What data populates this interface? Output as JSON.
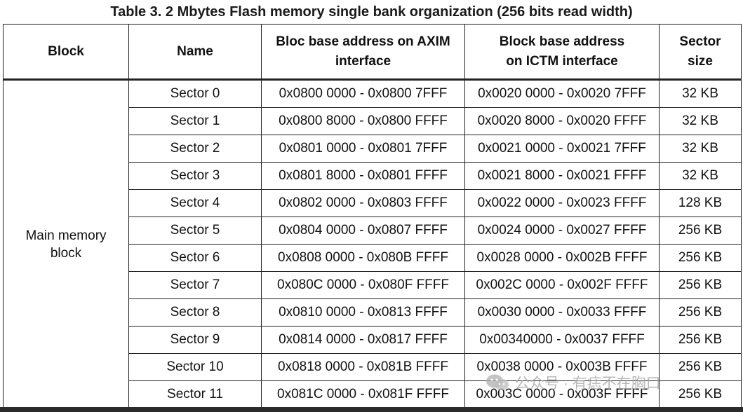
{
  "caption": "Table 3. 2 Mbytes Flash memory single bank organization (256 bits read width)",
  "headers": {
    "block": "Block",
    "name": "Name",
    "axim_line1": "Bloc base address on AXIM",
    "axim_line2": "interface",
    "ictm_line1": "Block base address",
    "ictm_line2": "on ICTM interface",
    "size_line1": "Sector",
    "size_line2": "size"
  },
  "block_label_line1": "Main memory",
  "block_label_line2": "block",
  "rows": [
    {
      "name": "Sector 0",
      "axim": "0x0800 0000 - 0x0800 7FFF",
      "ictm": "0x0020 0000 - 0x0020 7FFF",
      "size": "32 KB"
    },
    {
      "name": "Sector 1",
      "axim": "0x0800 8000 - 0x0800 FFFF",
      "ictm": "0x0020 8000 - 0x0020 FFFF",
      "size": "32 KB"
    },
    {
      "name": "Sector 2",
      "axim": "0x0801 0000 - 0x0801 7FFF",
      "ictm": "0x0021 0000 - 0x0021 7FFF",
      "size": "32 KB"
    },
    {
      "name": "Sector 3",
      "axim": "0x0801 8000 - 0x0801 FFFF",
      "ictm": "0x0021 8000 - 0x0021 FFFF",
      "size": "32 KB"
    },
    {
      "name": "Sector 4",
      "axim": "0x0802 0000 - 0x0803 FFFF",
      "ictm": "0x0022 0000 - 0x0023 FFFF",
      "size": "128 KB"
    },
    {
      "name": "Sector 5",
      "axim": "0x0804 0000 - 0x0807 FFFF",
      "ictm": "0x0024 0000 - 0x0027 FFFF",
      "size": "256 KB"
    },
    {
      "name": "Sector 6",
      "axim": "0x0808 0000 - 0x080B FFFF",
      "ictm": "0x0028 0000 - 0x002B FFFF",
      "size": "256 KB"
    },
    {
      "name": "Sector 7",
      "axim": "0x080C 0000 - 0x080F FFFF",
      "ictm": "0x002C 0000 - 0x002F FFFF",
      "size": "256 KB"
    },
    {
      "name": "Sector 8",
      "axim": "0x0810 0000 - 0x0813 FFFF",
      "ictm": "0x0030 0000 - 0x0033 FFFF",
      "size": "256 KB"
    },
    {
      "name": "Sector 9",
      "axim": "0x0814 0000 - 0x0817 FFFF",
      "ictm": "0x00340000 - 0x0037 FFFF",
      "size": "256 KB"
    },
    {
      "name": "Sector 10",
      "axim": "0x0818 0000 - 0x081B FFFF",
      "ictm": "0x0038 0000 - 0x003B FFFF",
      "size": "256 KB"
    },
    {
      "name": "Sector 11",
      "axim": "0x081C 0000 - 0x081F FFFF",
      "ictm": "0x003C 0000 - 0x003F FFFF",
      "size": "256 KB"
    }
  ],
  "watermark": {
    "text": "公众号 · 有痣不在胸口",
    "icon": "wechat-icon"
  }
}
